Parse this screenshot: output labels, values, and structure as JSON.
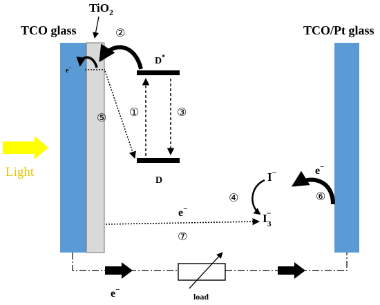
{
  "labels": {
    "tco_glass": "TCO glass",
    "tio2_main": "TiO",
    "tio2_sub": "2",
    "tco_pt_glass": "TCO/Pt glass",
    "dye_excited": "D",
    "dye_excited_sup": "*",
    "dye_ground": "D",
    "light": "Light",
    "iodide": "I",
    "iodide_sup": "−",
    "triiodide": "I",
    "triiodide_sub": "3",
    "triiodide_sup": "−",
    "electron_injected": "e",
    "electron_injected_sup": "−",
    "electron_recomb": "e",
    "electron_recomb_sup": "−",
    "electron_counter": "e",
    "electron_counter_sup": "−",
    "electron_circuit": "e",
    "electron_circuit_sup": "−",
    "load": "load"
  },
  "steps": {
    "s1": "①",
    "s2": "②",
    "s3": "③",
    "s4": "④",
    "s5": "⑤",
    "s6": "⑥",
    "s7": "⑦"
  },
  "colors": {
    "tco_glass": "#5b9bd5",
    "tio2_layer": "#d9d9d9",
    "light_arrow": "#ffff00",
    "light_text": "#e8c400",
    "ink": "#000000"
  }
}
